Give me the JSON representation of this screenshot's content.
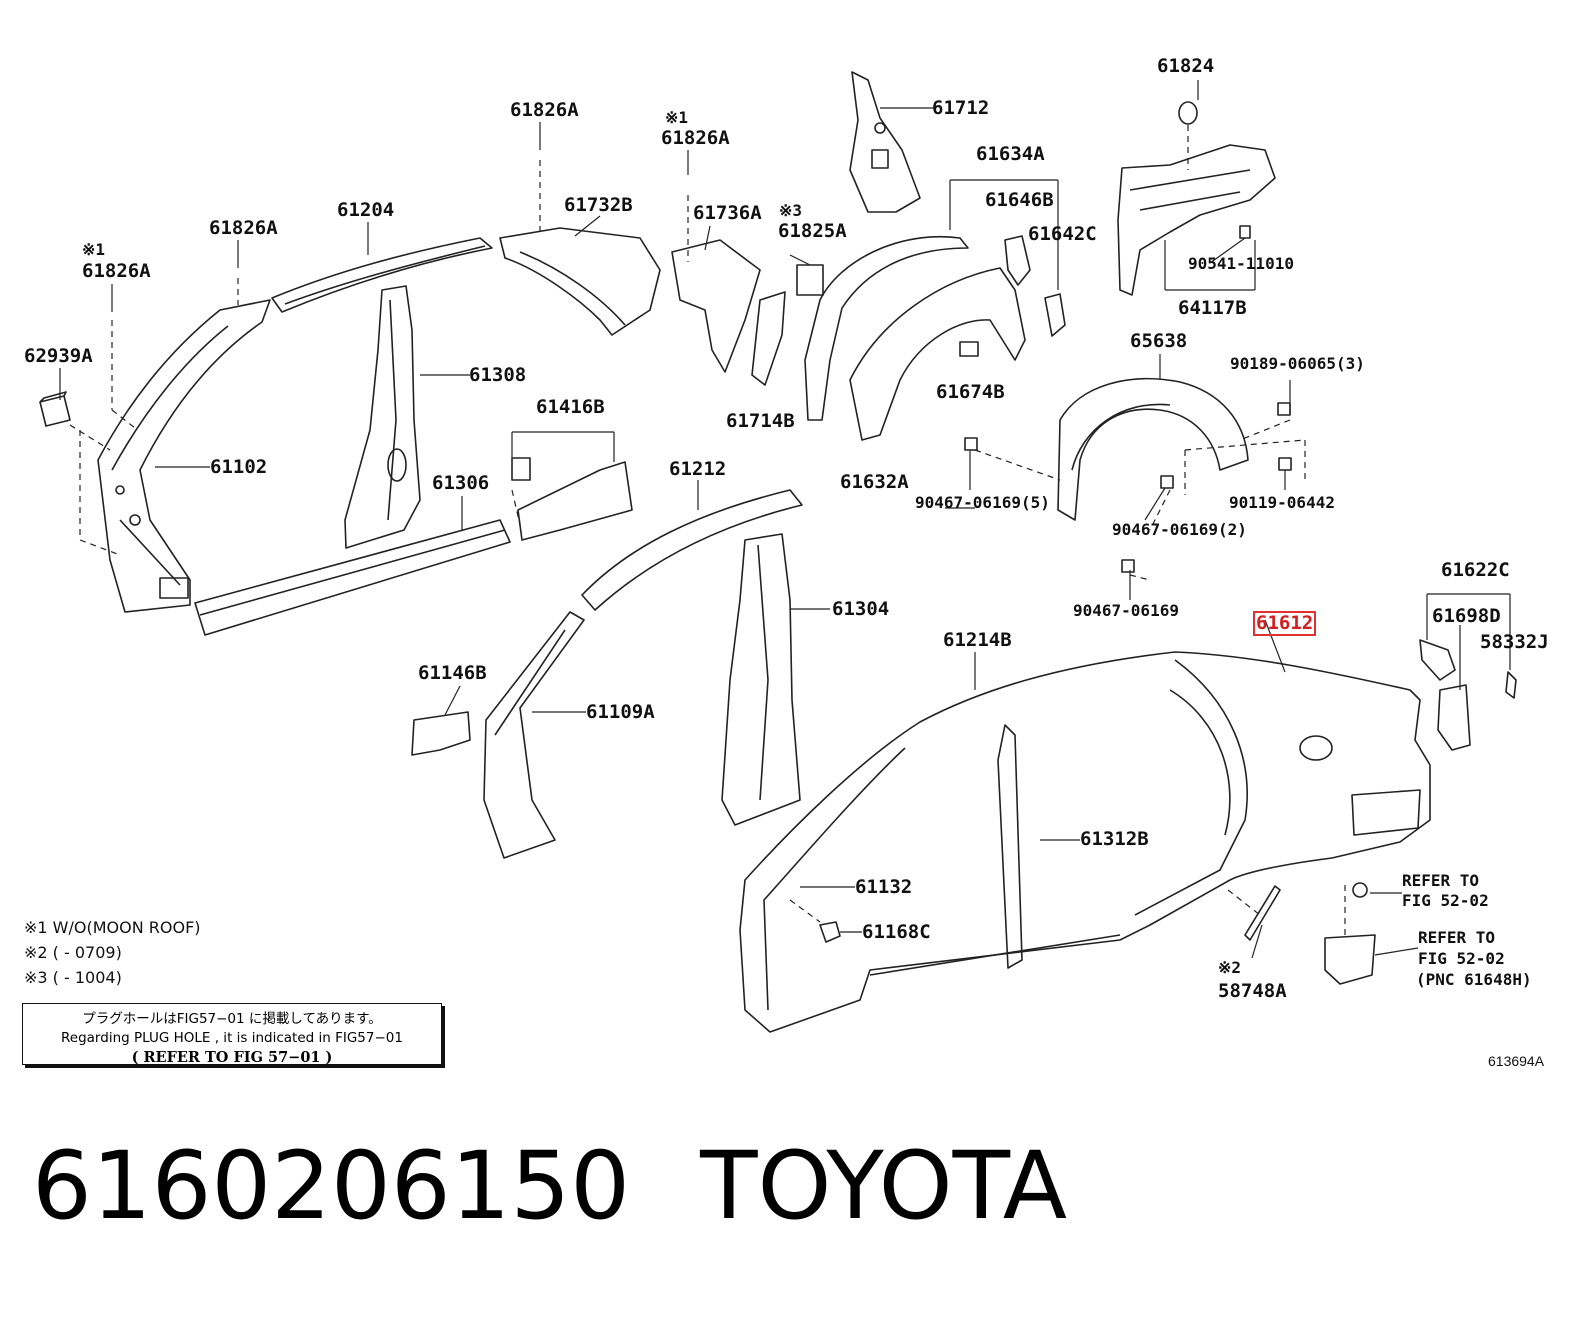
{
  "diagram": {
    "figure_id": "613694A",
    "labels": [
      {
        "id": "l1",
        "text": "61826A"
      },
      {
        "id": "l2",
        "text": "※1"
      },
      {
        "id": "l3",
        "text": "61826A"
      },
      {
        "id": "l4",
        "text": "61204"
      },
      {
        "id": "l5",
        "text": "61826A"
      },
      {
        "id": "l6",
        "text": "※1"
      },
      {
        "id": "l7",
        "text": "61826A"
      },
      {
        "id": "l8",
        "text": "61732B"
      },
      {
        "id": "l9",
        "text": "61736A"
      },
      {
        "id": "l10",
        "text": "※3"
      },
      {
        "id": "l11",
        "text": "61825A"
      },
      {
        "id": "l12",
        "text": "61712"
      },
      {
        "id": "l13",
        "text": "61634A"
      },
      {
        "id": "l14",
        "text": "61646B"
      },
      {
        "id": "l15",
        "text": "61642C"
      },
      {
        "id": "l16",
        "text": "61824"
      },
      {
        "id": "l17",
        "text": "90541-11010"
      },
      {
        "id": "l18",
        "text": "64117B"
      },
      {
        "id": "l19",
        "text": "62939A"
      },
      {
        "id": "l20",
        "text": "61308"
      },
      {
        "id": "l21",
        "text": "61714B"
      },
      {
        "id": "l22",
        "text": "61674B"
      },
      {
        "id": "l23",
        "text": "65638"
      },
      {
        "id": "l24",
        "text": "90189-06065(3)"
      },
      {
        "id": "l25",
        "text": "61416B"
      },
      {
        "id": "l26",
        "text": "61102"
      },
      {
        "id": "l27",
        "text": "61306"
      },
      {
        "id": "l28",
        "text": "61212"
      },
      {
        "id": "l29",
        "text": "61632A"
      },
      {
        "id": "l30",
        "text": "90467-06169(5)"
      },
      {
        "id": "l31",
        "text": "90119-06442"
      },
      {
        "id": "l32",
        "text": "90467-06169(2)"
      },
      {
        "id": "l33",
        "text": "61304"
      },
      {
        "id": "l34",
        "text": "90467-06169"
      },
      {
        "id": "l35",
        "text": "61622C"
      },
      {
        "id": "l36",
        "text": "61612"
      },
      {
        "id": "l37",
        "text": "61698D"
      },
      {
        "id": "l38",
        "text": "61214B"
      },
      {
        "id": "l39",
        "text": "58332J"
      },
      {
        "id": "l40",
        "text": "61146B"
      },
      {
        "id": "l41",
        "text": "61109A"
      },
      {
        "id": "l42",
        "text": "61312B"
      },
      {
        "id": "l43",
        "text": "61132"
      },
      {
        "id": "l44",
        "text": "REFER TO"
      },
      {
        "id": "l45",
        "text": "FIG 52-02"
      },
      {
        "id": "l46",
        "text": "61168C"
      },
      {
        "id": "l47",
        "text": "REFER TO"
      },
      {
        "id": "l48",
        "text": "FIG 52-02"
      },
      {
        "id": "l49",
        "text": "(PNC 61648H)"
      },
      {
        "id": "l50",
        "text": "※2"
      },
      {
        "id": "l51",
        "text": "58748A"
      }
    ],
    "highlighted_part": "61612",
    "notes": [
      "※1 W/O(MOON ROOF)",
      "※2 (        - 0709)",
      "※3 (        - 1004)"
    ],
    "reference_box": {
      "line1": "プラグホールはFIG57−01 に掲載してあります。",
      "line2": "Regarding  PLUG HOLE , it is  indicated  in  FIG57−01",
      "line3": "( REFER  TO  FIG 57−01 )"
    }
  },
  "caption": {
    "part_number": "6160206150",
    "brand": "TOYOTA"
  }
}
